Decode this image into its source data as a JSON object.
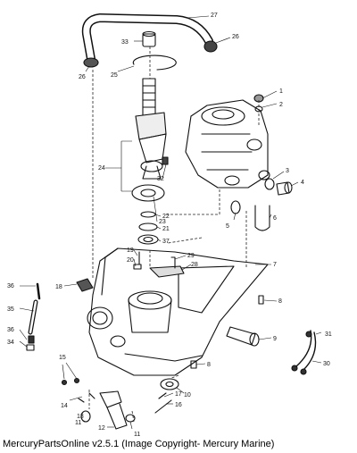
{
  "caption": "MercuryPartsOnline v2.5.1 (Image Copyright- Mercury Marine)",
  "callouts": [
    "1",
    "2",
    "3",
    "4",
    "5",
    "6",
    "7",
    "8",
    "8",
    "9",
    "10",
    "11",
    "11",
    "12",
    "13",
    "14",
    "15",
    "16",
    "17",
    "18",
    "19",
    "20",
    "21",
    "22",
    "23",
    "24",
    "25",
    "26",
    "26",
    "27",
    "28",
    "29",
    "30",
    "31",
    "32",
    "33",
    "34",
    "35",
    "36",
    "36",
    "37"
  ]
}
